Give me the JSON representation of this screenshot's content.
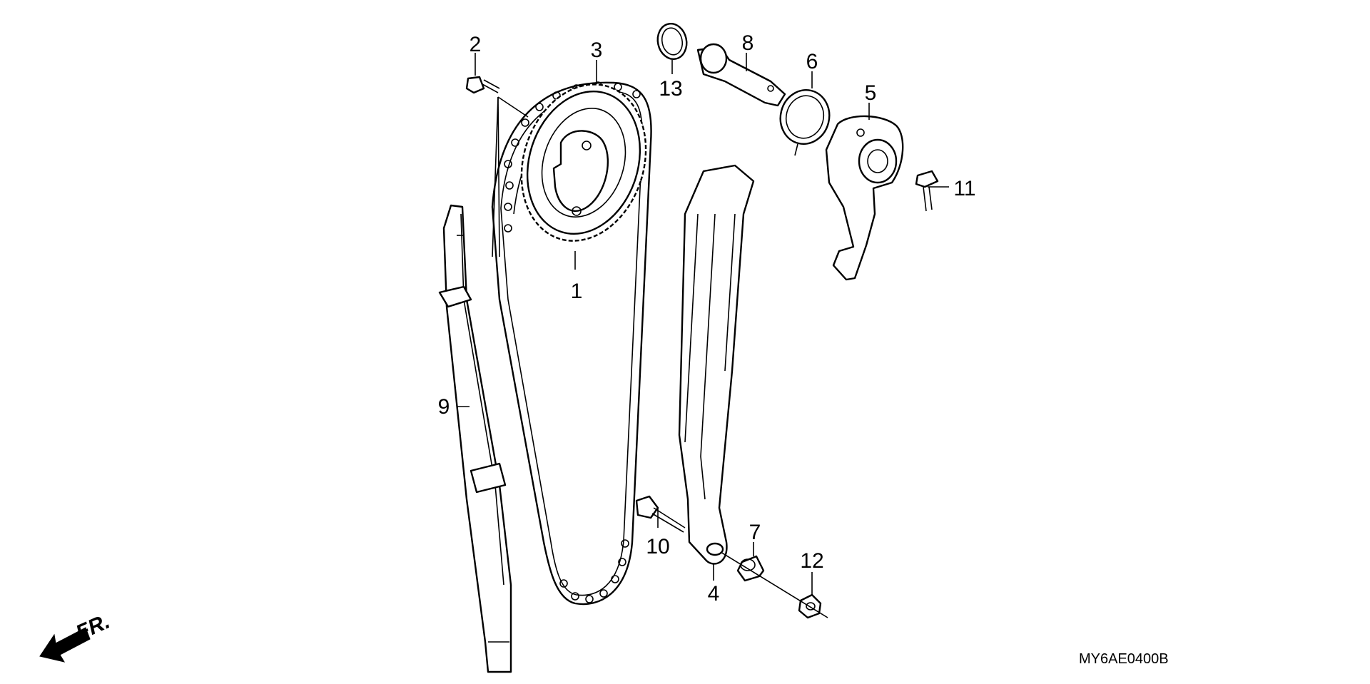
{
  "diagram": {
    "drawing_code": "MY6AE0400B",
    "front_marker": "FR.",
    "callouts": [
      {
        "id": "1",
        "text": "1"
      },
      {
        "id": "2",
        "text": "2"
      },
      {
        "id": "3",
        "text": "3"
      },
      {
        "id": "4",
        "text": "4"
      },
      {
        "id": "5",
        "text": "5"
      },
      {
        "id": "6",
        "text": "6"
      },
      {
        "id": "7",
        "text": "7"
      },
      {
        "id": "8",
        "text": "8"
      },
      {
        "id": "9",
        "text": "9"
      },
      {
        "id": "10",
        "text": "10"
      },
      {
        "id": "11",
        "text": "11"
      },
      {
        "id": "12",
        "text": "12"
      },
      {
        "id": "13",
        "text": "13"
      }
    ]
  }
}
